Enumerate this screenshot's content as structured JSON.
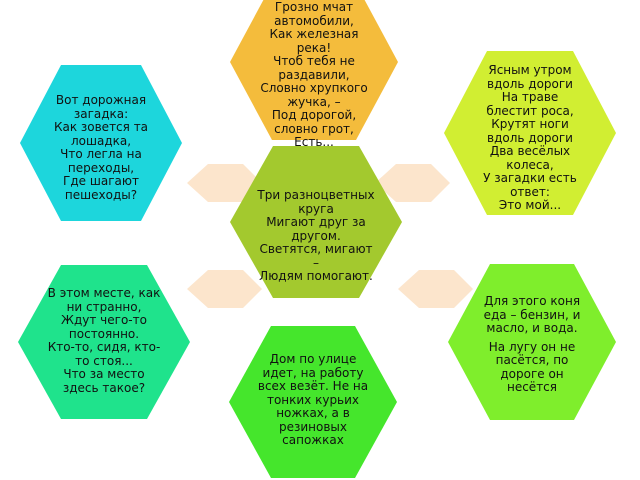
{
  "colors": {
    "riddle_cars": "#F4BC3C",
    "riddle_zebra": "#1DD6DC",
    "riddle_traffic_light": "#A3C92E",
    "riddle_dew": "#D1EE32",
    "riddle_bus_stop": "#1FE38C",
    "riddle_car": "#7FEE2C",
    "riddle_bus": "#45E62C",
    "connector": "#FCE5CC"
  },
  "riddles": {
    "cars": [
      "Грозно мчат",
      "автомобили,",
      "Как железная",
      "река!",
      "Чтоб тебя не",
      "раздавили,",
      "Словно хрупкого",
      "жучка, –",
      "Под дорогой,",
      "словно грот,",
      "Есть..."
    ],
    "zebra": [
      "Вот дорожная",
      "загадка:",
      "Как зовется та",
      "лошадка,",
      "Что легла на",
      "переходы,",
      "Где шагают",
      "пешеходы?"
    ],
    "traffic_light": [
      "Три разноцветных",
      "круга",
      "Мигают друг за",
      "другом.",
      "Светятся, мигают",
      "–",
      "Людям помогают."
    ],
    "dew": [
      "Ясным утром",
      "вдоль дороги",
      "На траве",
      "блестит роса,",
      "Крутят ноги",
      "вдоль дороги",
      "Два весёлых",
      "колеса,",
      "У загадки есть",
      "ответ:",
      "Это мой..."
    ],
    "bus_stop": [
      "В этом месте, как",
      "ни странно,",
      "Ждут чего-то",
      "постоянно.",
      "Кто-то, сидя, кто-",
      "то стоя...",
      "Что за место",
      "здесь такое?"
    ],
    "car_p1": [
      "Для этого коня",
      "еда – бензин, и",
      "масло, и вода."
    ],
    "car_p2": [
      "На лугу он не",
      "пасётся, по",
      "дороге он",
      "несётся"
    ],
    "bus": [
      "Дом по улице",
      "идет, на работу",
      "всех везёт. Не на",
      "тонких курьих",
      "ножках, а в",
      "резиновых",
      "сапожках"
    ]
  }
}
